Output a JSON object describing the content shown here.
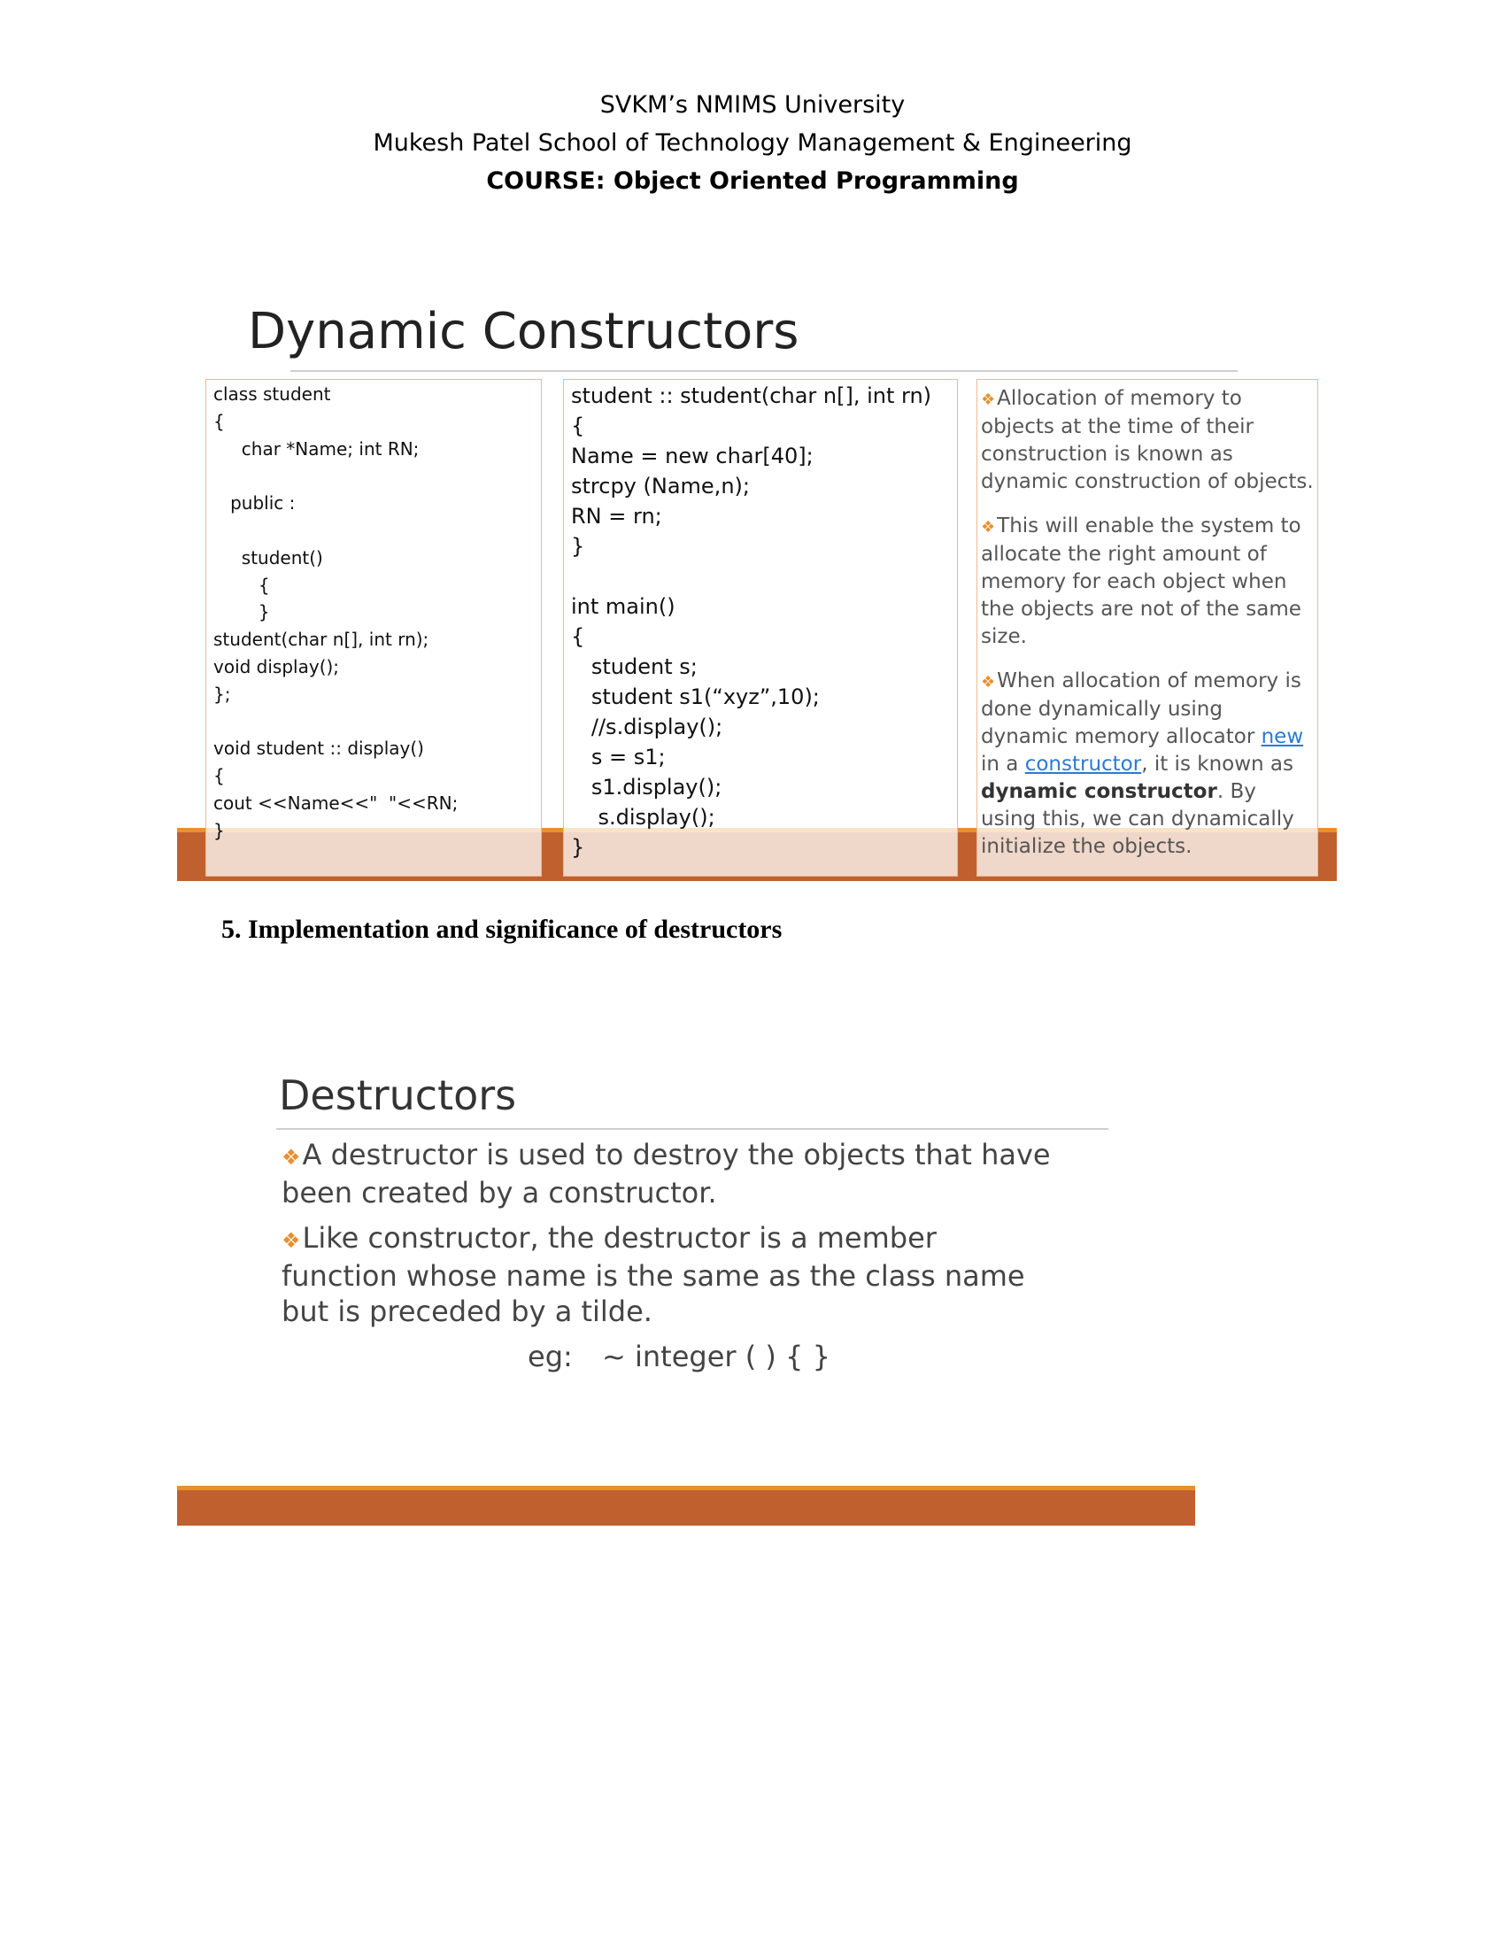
{
  "header": {
    "line1": "SVKM’s NMIMS University",
    "line2": "Mukesh Patel School of Technology Management & Engineering",
    "line3": "COURSE: Object Oriented Programming"
  },
  "slide1": {
    "title": "Dynamic Constructors",
    "col1_code": [
      "class student",
      "{",
      "     char *Name; int RN;",
      "",
      "   public :",
      "",
      "     student()",
      "        {",
      "        }",
      "student(char n[], int rn);",
      "void display();",
      "};",
      "",
      "void student :: display()",
      "{",
      "cout <<Name<<\"  \"<<RN;",
      "}"
    ],
    "col2_code": [
      "student :: student(char n[], int rn)",
      "{",
      "Name = new char[40];",
      "strcpy (Name,n);",
      "RN = rn;",
      "}",
      "",
      "int main()",
      "{",
      "   student s;",
      "   student s1(“xyz”,10);",
      "   //s.display();",
      "   s = s1;",
      "   s1.display();",
      "    s.display();",
      "}"
    ],
    "bullets": [
      "Allocation of memory to objects at the time of their construction is known as dynamic construction of objects.",
      "This will enable the system to allocate the right amount of memory for each object when the objects are not of the same size."
    ],
    "bullet3": {
      "part1": "When allocation of memory is done dynamically using dynamic memory allocator ",
      "link1": "new",
      "part2": " in a ",
      "link2": "constructor",
      "part3": ", it is known as ",
      "bold": "dynamic constructor",
      "part4": ". By using this, we can dynamically initialize the objects."
    }
  },
  "section": {
    "heading": "5.   Implementation and significance of destructors"
  },
  "slide2": {
    "title": "Destructors",
    "bullets": [
      "A destructor is used to destroy the objects that have been created by a constructor.",
      "Like constructor, the destructor is a member function whose name is the same as the class name but is preceded by a tilde."
    ],
    "example_label": "eg:",
    "example_code": "~ integer ( ) { }"
  },
  "colors": {
    "accent_orange": "#e8902e",
    "band_orange": "#c0602f",
    "link_blue": "#2a7bd4"
  }
}
